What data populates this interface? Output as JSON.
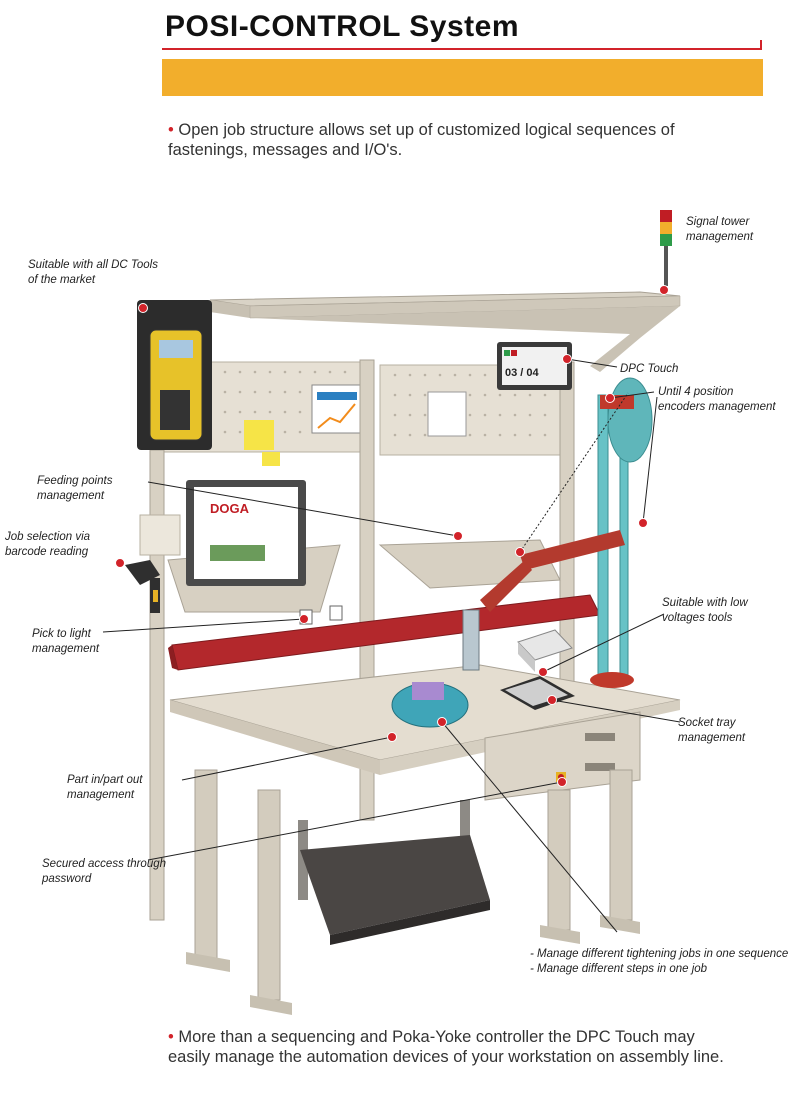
{
  "header": {
    "title": "POSI-CONTROL System"
  },
  "intro": {
    "bullet": "•",
    "line1": "Open job structure allows set up of customized logical sequences of",
    "line2": "fastenings, messages and I/O's."
  },
  "screen": {
    "display": "03 / 04",
    "monitor_brand": "DOGA"
  },
  "callouts": {
    "dc_tools": {
      "line1": "Suitable with all DC Tools",
      "line2": "of the market"
    },
    "signal_tower": {
      "line1": "Signal tower",
      "line2": "management"
    },
    "dpc_touch": {
      "line1": "DPC Touch"
    },
    "encoders": {
      "line1": "Until 4 position",
      "line2": "encoders management"
    },
    "feeding": {
      "line1": "Feeding points",
      "line2": "management"
    },
    "barcode": {
      "line1": "Job selection via",
      "line2": "barcode reading"
    },
    "low_voltage": {
      "line1": "Suitable with low",
      "line2": "voltages tools"
    },
    "pick_to_light": {
      "line1": "Pick to light",
      "line2": "management"
    },
    "socket_tray": {
      "line1": "Socket tray",
      "line2": "management"
    },
    "part_in_out": {
      "line1": "Part in/part out",
      "line2": "management"
    },
    "secured": {
      "line1": "Secured access through",
      "line2": "password"
    },
    "jobs": {
      "line1": "- Manage different tightening jobs in one sequence",
      "line2": "- Manage different steps in one job"
    }
  },
  "closing": {
    "bullet": "•",
    "line1": "More than a sequencing and Poka-Yoke controller the DPC Touch may",
    "line2": "easily manage the automation devices of your workstation on assembly line."
  },
  "colors": {
    "accent_red": "#d2232a",
    "banner_orange": "#f2ae2c",
    "bench_beige": "#e4ddd0",
    "bin_red": "#b3282c"
  }
}
